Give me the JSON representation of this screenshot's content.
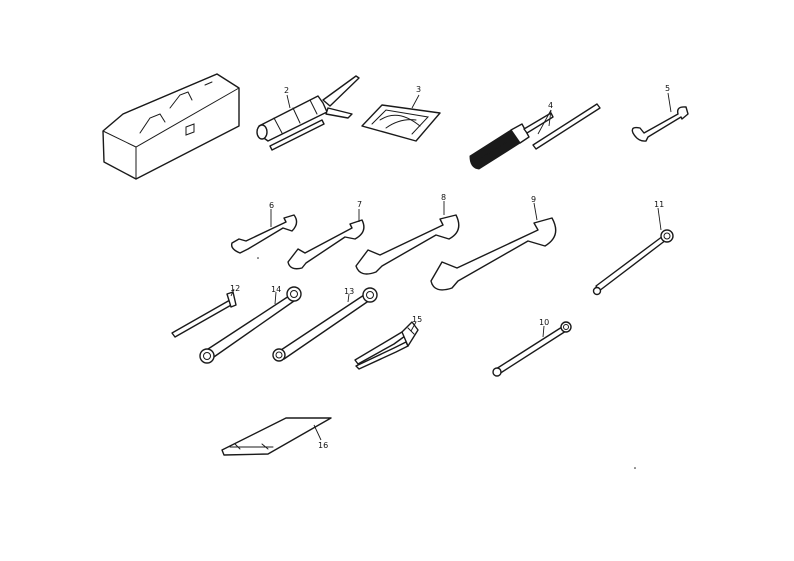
{
  "diagram": {
    "callouts": [
      "2",
      "3",
      "4",
      "5",
      "6",
      "7",
      "8",
      "9",
      "10",
      "11",
      "12",
      "13",
      "14",
      "15",
      "16"
    ]
  }
}
